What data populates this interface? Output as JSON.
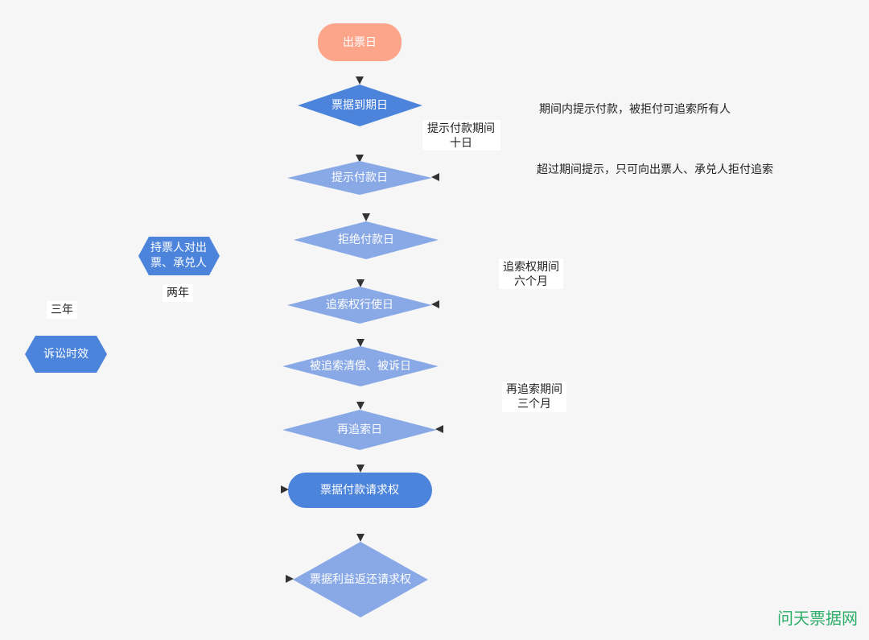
{
  "colors": {
    "start": "#fca58b",
    "dark": "#4c84dc",
    "light": "#89a9e6",
    "line": "#333333",
    "watermark": "#2fae6a"
  },
  "nodes": {
    "issue_date": "出票日",
    "due_date": "票据到期日",
    "present_date": "提示付款日",
    "refuse_date": "拒绝付款日",
    "recourse_exercise_date": "追索权行使日",
    "sued_date": "被追索清偿、被诉日",
    "re_recourse_date": "再追索日",
    "payment_claim": "票据付款请求权",
    "benefit_return_claim": "票据利益返还请求权",
    "holder_to_drawer": [
      "持票人对出",
      "票、承兑人"
    ],
    "limitation": "诉讼时效"
  },
  "edge_labels": {
    "present_period": [
      "提示付款期间",
      "十日"
    ],
    "recourse_period": [
      "追索权期间",
      "六个月"
    ],
    "re_recourse_period": [
      "再追索期间",
      "三个月"
    ],
    "two_years": "两年",
    "three_years": "三年"
  },
  "notes": {
    "within_period": "期间内提示付款，被拒付可追索所有人",
    "beyond_period": "超过期间提示，只可向出票人、承兑人拒付追索"
  },
  "watermark": "问天票据网"
}
